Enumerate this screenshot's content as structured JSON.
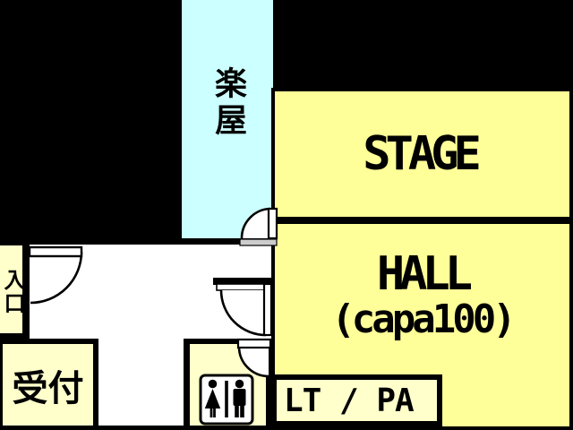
{
  "rooms": {
    "dressing": {
      "label": "楽屋"
    },
    "stage": {
      "label": "STAGE"
    },
    "hall": {
      "name": "HALL",
      "capacity": "(capa100)"
    },
    "lt_pa": {
      "label": "LT / PA"
    },
    "reception": {
      "label": "受付"
    },
    "entrance": {
      "label": "入口"
    }
  },
  "icons": {
    "restroom": "restroom-icon"
  },
  "colors": {
    "background": "#000000",
    "corridor": "#ffffff",
    "dressing_room": "#ccffff",
    "main_rooms": "#ffff99",
    "small_rooms": "#ffffcc",
    "walls": "#000000",
    "door_threshold": "#cccccc"
  }
}
